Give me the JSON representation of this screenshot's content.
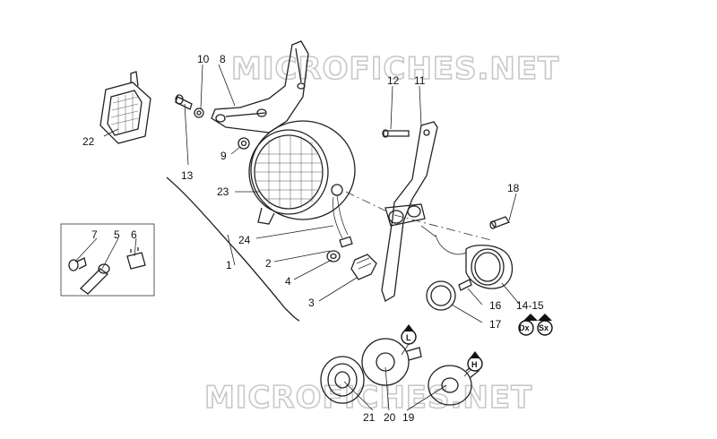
{
  "watermark": {
    "text": "MICROFICHES.NET"
  },
  "parts": {
    "p1": "1",
    "p2": "2",
    "p3": "3",
    "p4": "4",
    "p5": "5",
    "p6": "6",
    "p7": "7",
    "p8": "8",
    "p9": "9",
    "p10": "10",
    "p11": "11",
    "p12": "12",
    "p13": "13",
    "p14_15": "14-15",
    "p16": "16",
    "p17": "17",
    "p18": "18",
    "p19": "19",
    "p20": "20",
    "p21": "21",
    "p22": "22",
    "p23": "23",
    "p24": "24"
  },
  "badges": {
    "dx": "Dx",
    "sx": "Sx",
    "low": "L",
    "high": "H"
  }
}
